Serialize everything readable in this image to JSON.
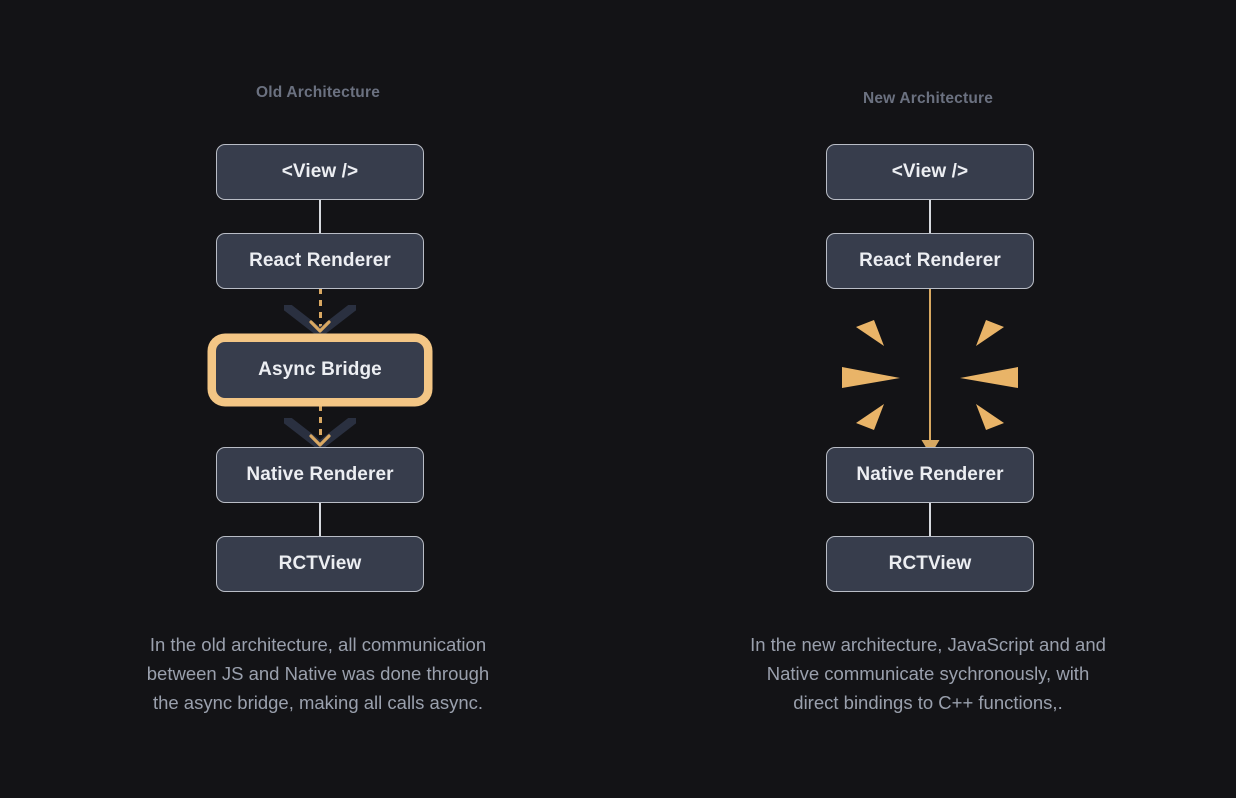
{
  "theme": {
    "background": "#131316",
    "node_fill": "#373D4C",
    "node_border": "#B9BDC6",
    "node_text": "#ECEEF2",
    "title_text": "#6B7180",
    "caption_text": "#9AA0AD",
    "accent_orange": "#D7A861",
    "highlight_ring": "#F3C685",
    "wire_white": "#D6D9DF",
    "chevron_shadow": "#2A3040"
  },
  "columns": [
    {
      "id": "old-architecture",
      "title": "Old Architecture",
      "nodes": [
        {
          "id": "view",
          "label": "<View />",
          "highlight": false
        },
        {
          "id": "react-renderer",
          "label": "React Renderer",
          "highlight": false
        },
        {
          "id": "async-bridge",
          "label": "Async Bridge",
          "highlight": true
        },
        {
          "id": "native-renderer",
          "label": "Native Renderer",
          "highlight": false
        },
        {
          "id": "rctview",
          "label": "RCTView",
          "highlight": false
        }
      ],
      "connectors": [
        {
          "from": "view",
          "to": "react-renderer",
          "style": "solid-white"
        },
        {
          "from": "react-renderer",
          "to": "async-bridge",
          "style": "dashed-orange-arrow"
        },
        {
          "from": "async-bridge",
          "to": "native-renderer",
          "style": "dashed-orange-arrow"
        },
        {
          "from": "native-renderer",
          "to": "rctview",
          "style": "solid-white"
        }
      ],
      "caption_lines": [
        "In the old architecture, all communication",
        "between JS and Native was done through",
        "the async bridge, making all calls async."
      ]
    },
    {
      "id": "new-architecture",
      "title": "New Architecture",
      "nodes": [
        {
          "id": "view",
          "label": "<View />",
          "highlight": false
        },
        {
          "id": "react-renderer",
          "label": "React Renderer",
          "highlight": false
        },
        {
          "id": "native-renderer",
          "label": "Native Renderer",
          "highlight": false
        },
        {
          "id": "rctview",
          "label": "RCTView",
          "highlight": false
        }
      ],
      "connectors": [
        {
          "from": "view",
          "to": "react-renderer",
          "style": "solid-white"
        },
        {
          "from": "react-renderer",
          "to": "native-renderer",
          "style": "solid-orange-arrow"
        },
        {
          "from": "native-renderer",
          "to": "rctview",
          "style": "solid-white"
        }
      ],
      "decorations": [
        {
          "id": "burst-removed-bridge",
          "type": "sparkle-burst",
          "rays_per_side": 3,
          "color": "#E9B468"
        }
      ],
      "caption_lines": [
        "In the new architecture, JavaScript and and",
        "Native communicate sychronously, with",
        "direct bindings to C++ functions,."
      ]
    }
  ]
}
